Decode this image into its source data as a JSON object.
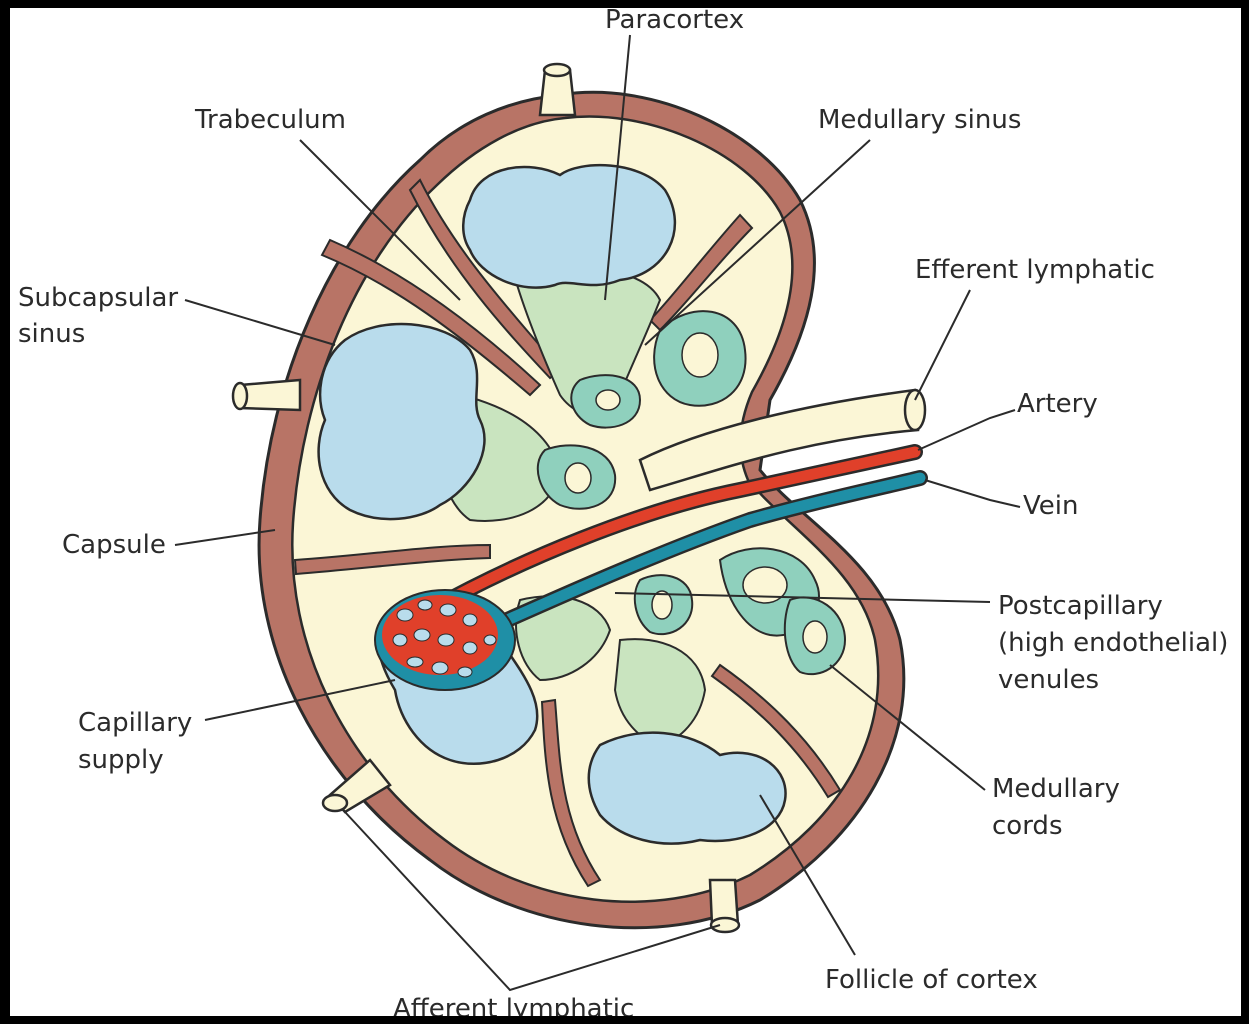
{
  "labels": {
    "paracortex": "Paracortex",
    "trabeculum": "Trabeculum",
    "medullary_sinus": "Medullary sinus",
    "efferent_lymphatic": "Efferent lymphatic",
    "subcapsular_sinus": [
      "Subcapsular",
      "sinus"
    ],
    "artery": "Artery",
    "vein": "Vein",
    "capsule": "Capsule",
    "postcapillary_venules": [
      "Postcapillary",
      "(high endothelial)",
      "venules"
    ],
    "capillary_supply": [
      "Capillary",
      "supply"
    ],
    "medullary_cords": [
      "Medullary",
      "cords"
    ],
    "follicle_of_cortex": "Follicle of cortex",
    "afferent_lymphatic": "Afferent lymphatic"
  },
  "colors": {
    "background": "#ffffff",
    "frame": "#000000",
    "capsule": "#b87466",
    "sinus": "#fbf6d6",
    "follicle": "#b9dcec",
    "paracortex": "#c9e4bf",
    "medullary_cord": "#8fd0bd",
    "artery": "#e0402a",
    "vein": "#1f8fa6",
    "outline": "#2b2b2b"
  }
}
